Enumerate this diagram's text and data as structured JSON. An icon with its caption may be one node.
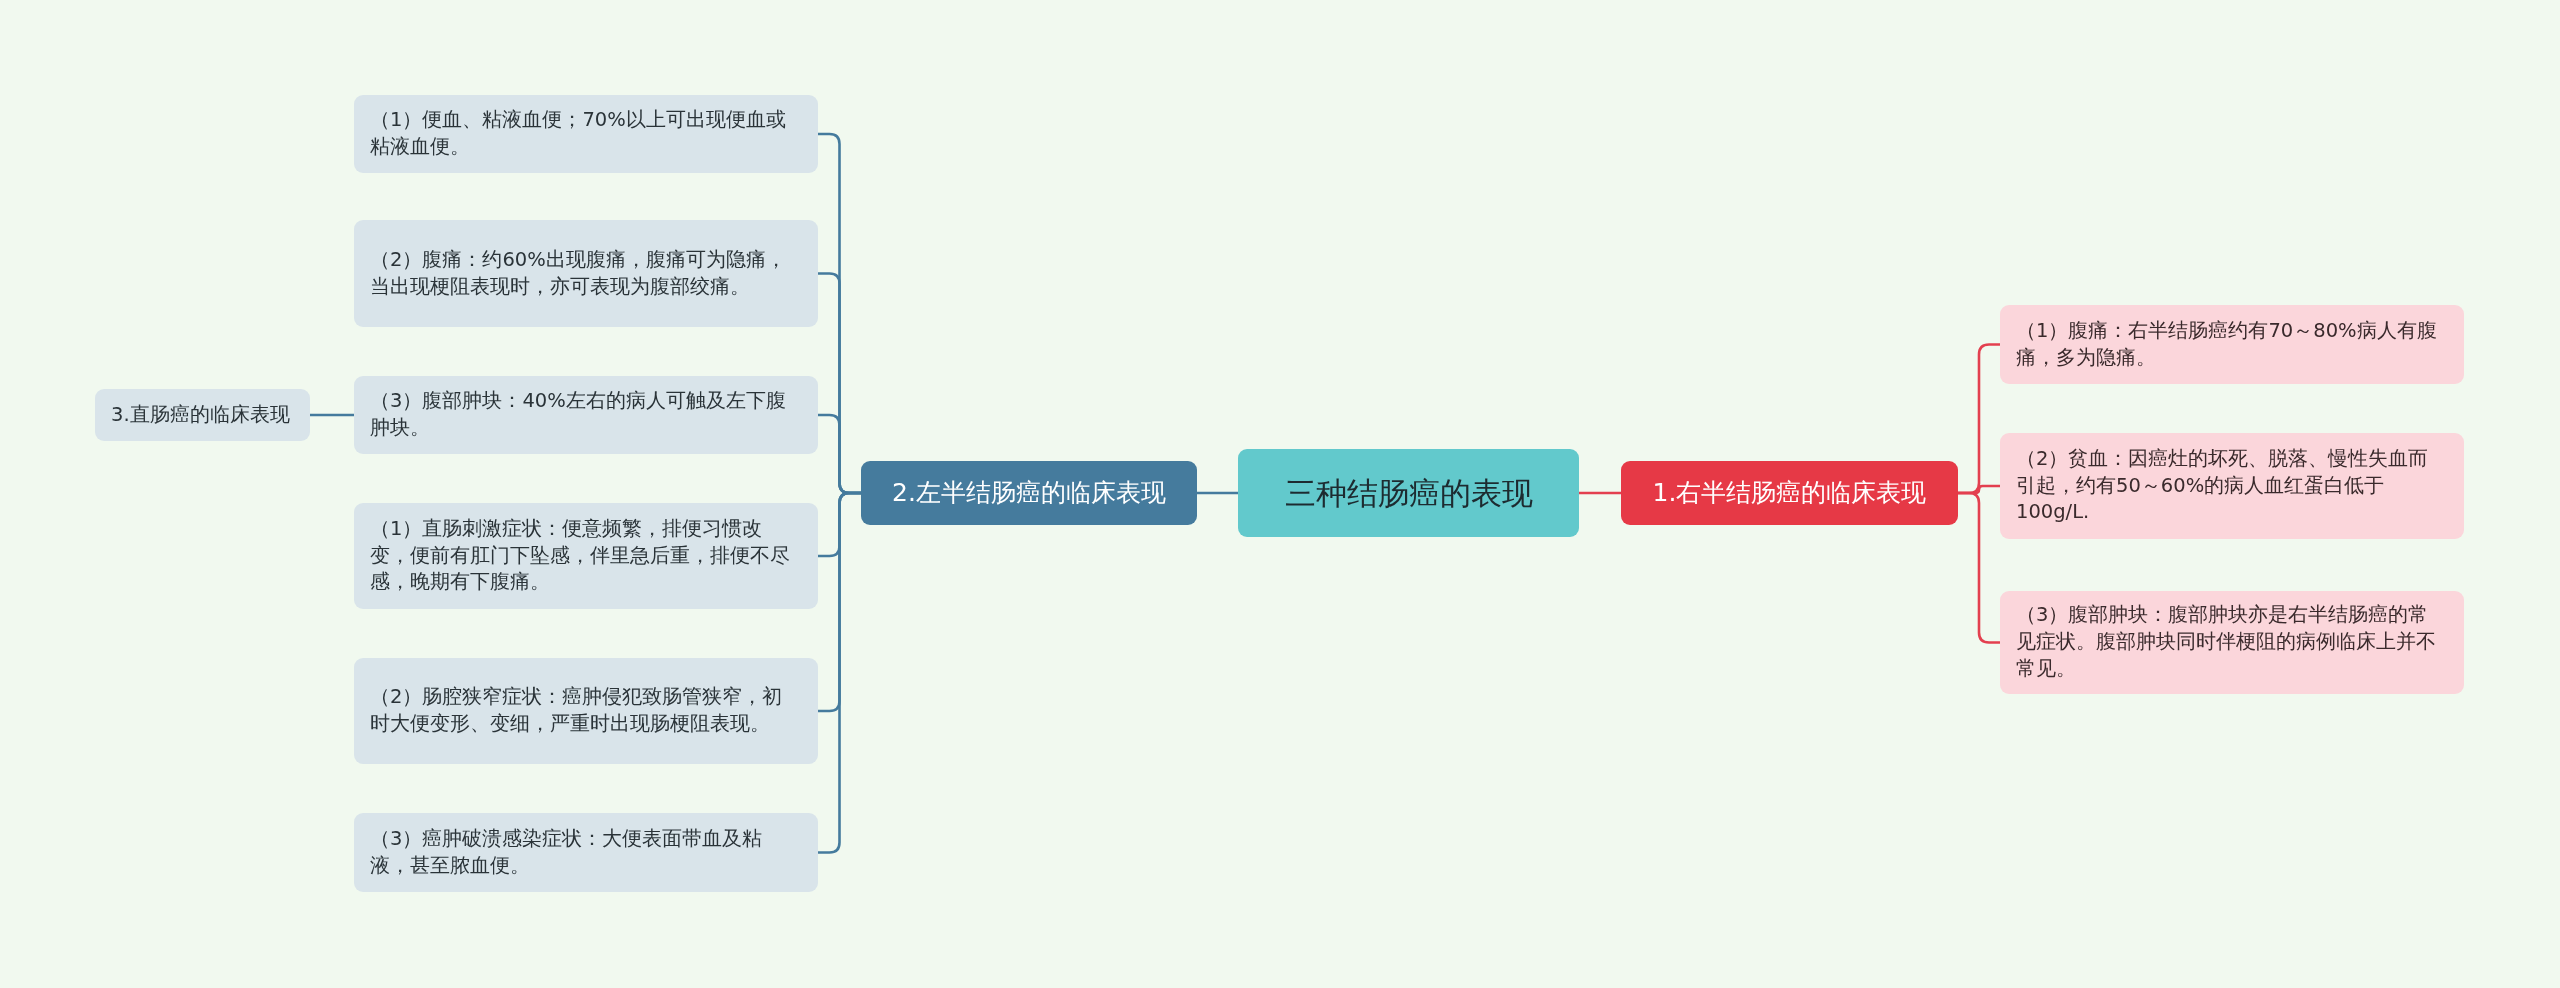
{
  "diagram": {
    "nodes": [
      {
        "text": [
          "三种结肠癌的表现"
        ]
      },
      {
        "text": [
          "1.右半结肠癌的临床表现"
        ]
      },
      {
        "text": [
          "（1）腹痛：右半结肠癌约有70～80%病人有腹痛，多为隐痛。"
        ]
      },
      {
        "text": [
          "（2）贫血：因癌灶的坏死、脱落、慢性失血而引起，约有50～60%的病人血红蛋白低于100g/L."
        ]
      },
      {
        "text": [
          "（3）腹部肿块：腹部肿块亦是右半结肠癌的常见症状。腹部肿块同时伴梗阻的病例临床上并不常见。"
        ]
      },
      {
        "text": [
          "2.左半结肠癌的临床表现"
        ]
      },
      {
        "text": [
          "（1）便血、粘液血便；70%以上可出现便血或粘液血便。"
        ]
      },
      {
        "text": [
          "（2）腹痛：约60%出现腹痛，腹痛可为隐痛，当出现梗阻表现时，亦可表现为腹部绞痛。"
        ]
      },
      {
        "text": [
          "（3）腹部肿块：40%左右的病人可触及左下腹肿块。"
        ]
      },
      {
        "text": [
          "（1）直肠刺激症状：便意频繁，排便习惯改变，便前有肛门下坠感，伴里急后重，排便不尽感，晚期有下腹痛。"
        ]
      },
      {
        "text": [
          "（2）肠腔狭窄症状：癌肿侵犯致肠管狭窄，初时大便变形、变细，严重时出现肠梗阻表现。"
        ]
      },
      {
        "text": [
          "（3）癌肿破溃感染症状：大便表面带血及粘液，甚至脓血便。"
        ]
      },
      {
        "text": [
          "3.直肠癌的临床表现"
        ]
      }
    ],
    "edges": [
      {
        "from": 0,
        "to": 1,
        "arrow": "none",
        "color": "#e3404f"
      },
      {
        "from": 1,
        "to": 2,
        "arrow": "none",
        "color": "#e3404f"
      },
      {
        "from": 1,
        "to": 3,
        "arrow": "none",
        "color": "#e3404f"
      },
      {
        "from": 1,
        "to": 4,
        "arrow": "none",
        "color": "#e3404f"
      },
      {
        "from": 0,
        "to": 5,
        "arrow": "none"
      },
      {
        "from": 5,
        "to": 6,
        "arrow": "none"
      },
      {
        "from": 5,
        "to": 7,
        "arrow": "none"
      },
      {
        "from": 5,
        "to": 8,
        "arrow": "none"
      },
      {
        "from": 5,
        "to": 9,
        "arrow": "none"
      },
      {
        "from": 5,
        "to": 10,
        "arrow": "none"
      },
      {
        "from": 5,
        "to": 11,
        "arrow": "none"
      },
      {
        "from": 8,
        "to": 12,
        "arrow": "none"
      }
    ]
  }
}
